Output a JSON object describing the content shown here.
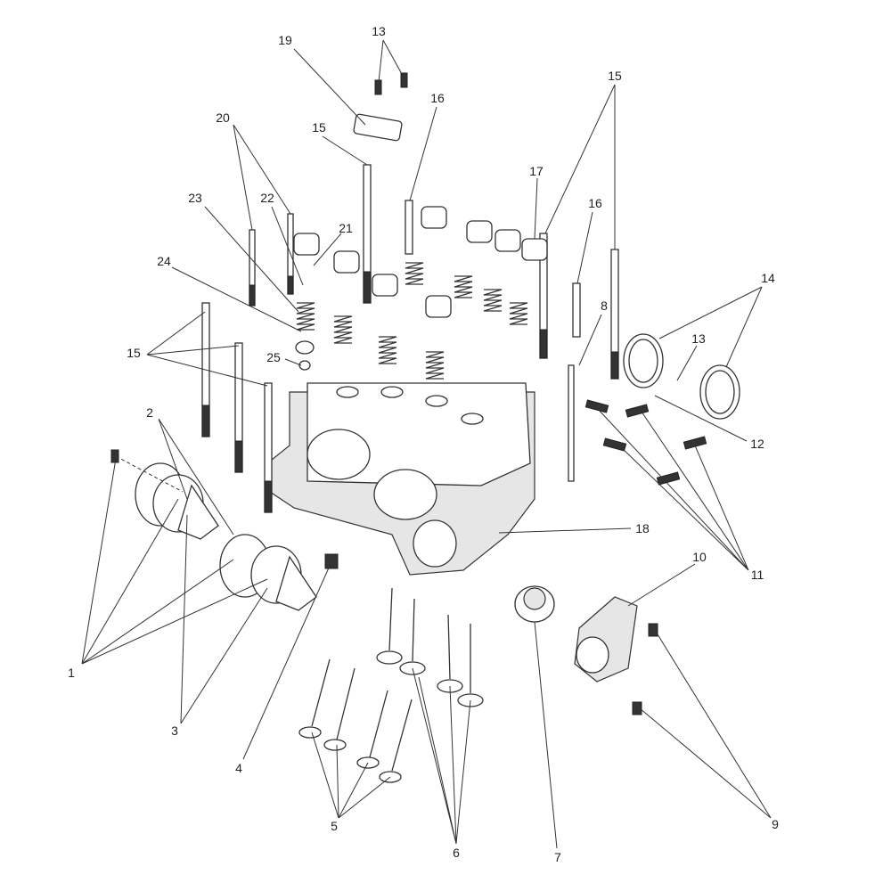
{
  "diagram": {
    "title": "Cylinder head exploded parts view",
    "callouts": [
      "19",
      "13",
      "16",
      "15",
      "15",
      "20",
      "17",
      "16",
      "23",
      "22",
      "21",
      "24",
      "14",
      "8",
      "13",
      "15",
      "25",
      "12",
      "2",
      "18",
      "11",
      "10",
      "1",
      "3",
      "4",
      "5",
      "6",
      "7",
      "9"
    ]
  }
}
